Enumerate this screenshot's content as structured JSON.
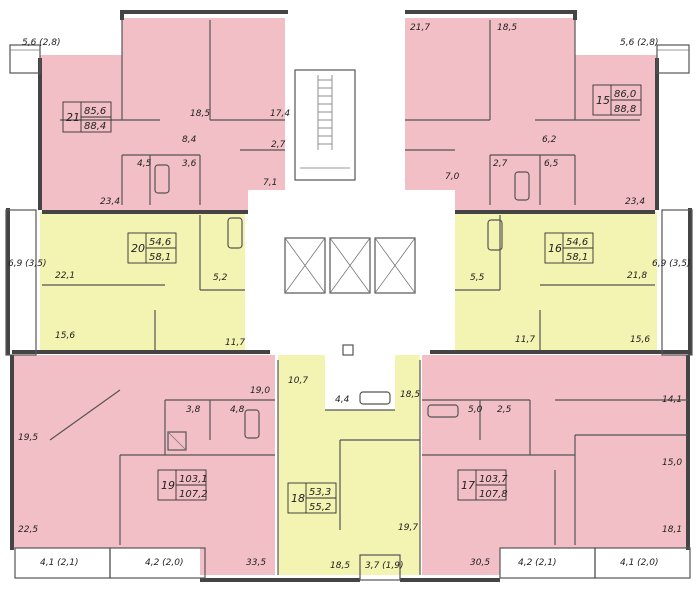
{
  "colors": {
    "three_room": "#f3bfc6",
    "one_room": "#f3f3b2",
    "walls": "#444444",
    "common": "#ffffff"
  },
  "units": [
    {
      "num": "21",
      "area": "85,6",
      "total": "88,4",
      "type": "three_room"
    },
    {
      "num": "15",
      "area": "86,0",
      "total": "88,8",
      "type": "three_room"
    },
    {
      "num": "20",
      "area": "54,6",
      "total": "58,1",
      "type": "one_room"
    },
    {
      "num": "16",
      "area": "54,6",
      "total": "58,1",
      "type": "one_room"
    },
    {
      "num": "19",
      "area": "103,1",
      "total": "107,2",
      "type": "three_room"
    },
    {
      "num": "18",
      "area": "53,3",
      "total": "55,2",
      "type": "one_room"
    },
    {
      "num": "17",
      "area": "103,7",
      "total": "107,8",
      "type": "three_room"
    }
  ],
  "room_areas": [
    "5,6 (2,8)",
    "5,6 (2,8)",
    "21,7",
    "18,5",
    "18,5",
    "17,4",
    "8,4",
    "2,7",
    "4,5",
    "3,6",
    "7,1",
    "23,4",
    "6,2",
    "2,7",
    "6,5",
    "7,0",
    "23,4",
    "6,9 (3,5)",
    "6,9 (3,5)",
    "22,1",
    "5,2",
    "5,5",
    "21,8",
    "15,6",
    "11,7",
    "11,7",
    "15,6",
    "19,0",
    "10,7",
    "18,5",
    "3,8",
    "4,8",
    "4,4",
    "5,0",
    "2,5",
    "14,1",
    "19,5",
    "15,0",
    "22,5",
    "33,5",
    "18,5",
    "19,7",
    "30,5",
    "18,1",
    "4,1 (2,1)",
    "4,2 (2,0)",
    "3,7 (1,9)",
    "4,2 (2,1)",
    "4,1 (2,0)"
  ]
}
